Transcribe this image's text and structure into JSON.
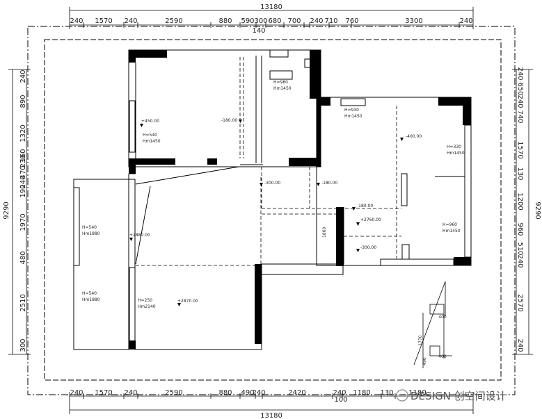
{
  "overall_width": "13180",
  "top_dims": [
    "240",
    "1570",
    "240",
    "2590",
    "880",
    "590",
    "300",
    "680",
    "700",
    "240",
    "710",
    "760",
    "3300",
    "240"
  ],
  "top_sub": "140",
  "bottom_dims": [
    "240",
    "1570",
    "240",
    "2590",
    "880",
    "490",
    "240",
    "2420",
    "240",
    "1180",
    "130",
    "1180"
  ],
  "bottom_sub": "100",
  "overall_height": "9290",
  "left_dims": [
    "240",
    "890",
    "1320",
    "160",
    "230",
    "470",
    "240",
    "190",
    "1970",
    "480",
    "2510",
    "300"
  ],
  "right_overall": "9290",
  "right_dims": [
    "240",
    "650",
    "240",
    "740",
    "1570",
    "130",
    "1200",
    "960",
    "510",
    "240",
    "2570",
    "240"
  ],
  "levels": [
    "+450.00",
    "-180.00",
    "-300.00",
    "-180.00",
    "-400.00",
    "-180.00",
    "+2760.00",
    "-300.00",
    "+2880.00",
    "+2870.00"
  ],
  "window_labels": [
    {
      "h": "H=980",
      "hm": "Hm1450"
    },
    {
      "h": "H=930",
      "hm": "Hm1450"
    },
    {
      "h": "H=540",
      "hm": "Hm1450"
    },
    {
      "h": "H=330",
      "hm": "Hm1450"
    },
    {
      "h": "H=540",
      "hm": "Hm1880"
    },
    {
      "h": "H=960",
      "hm": "Hm1450"
    },
    {
      "h": "H=540",
      "hm": "Hm1880"
    },
    {
      "h": "H=250",
      "hm": "Hm2140"
    }
  ],
  "side_note": "1860",
  "section_dims": [
    "1770",
    "490",
    "400",
    "400"
  ],
  "watermark": "DESIGN 创空间设计"
}
